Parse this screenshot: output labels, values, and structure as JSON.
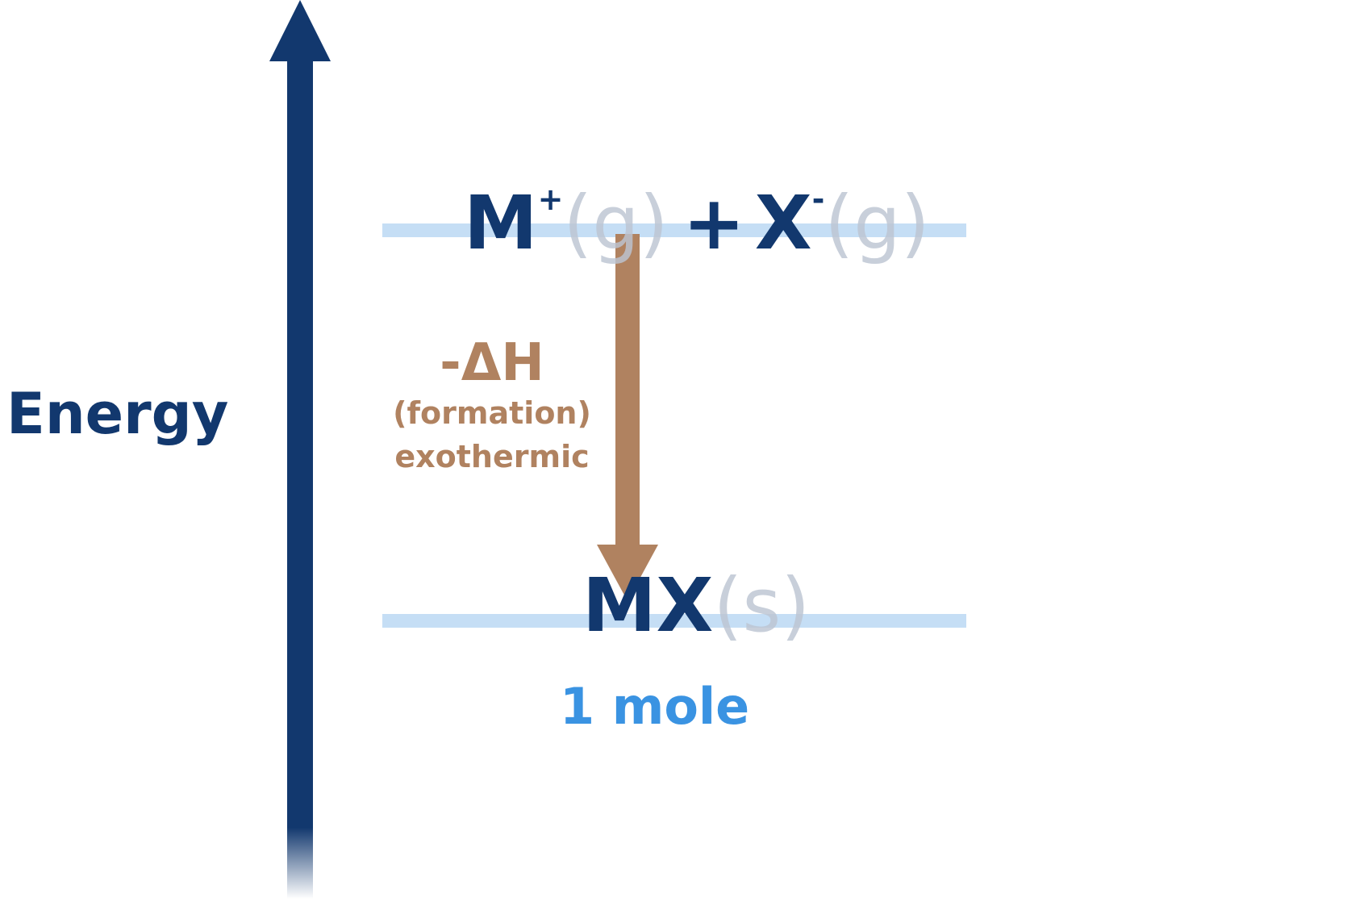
{
  "axis": {
    "label": "Energy"
  },
  "levels": {
    "upper": {
      "species": [
        {
          "symbol": "M",
          "charge": "+",
          "state": "(g)"
        },
        {
          "symbol": "X",
          "charge": "-",
          "state": "(g)"
        }
      ],
      "joiner": "+"
    },
    "lower": {
      "symbol": "MX",
      "state": "(s)",
      "amount": "1 mole"
    }
  },
  "transition": {
    "symbol": "-ΔH",
    "subscript": "(formation)",
    "type": "exothermic",
    "direction": "down"
  },
  "colors": {
    "axis": "#12386e",
    "level_line": "#c5def5",
    "species_text": "#12386e",
    "state_text": "#bcc4d2",
    "transition": "#b08260",
    "amount_text": "#3a93e2"
  }
}
